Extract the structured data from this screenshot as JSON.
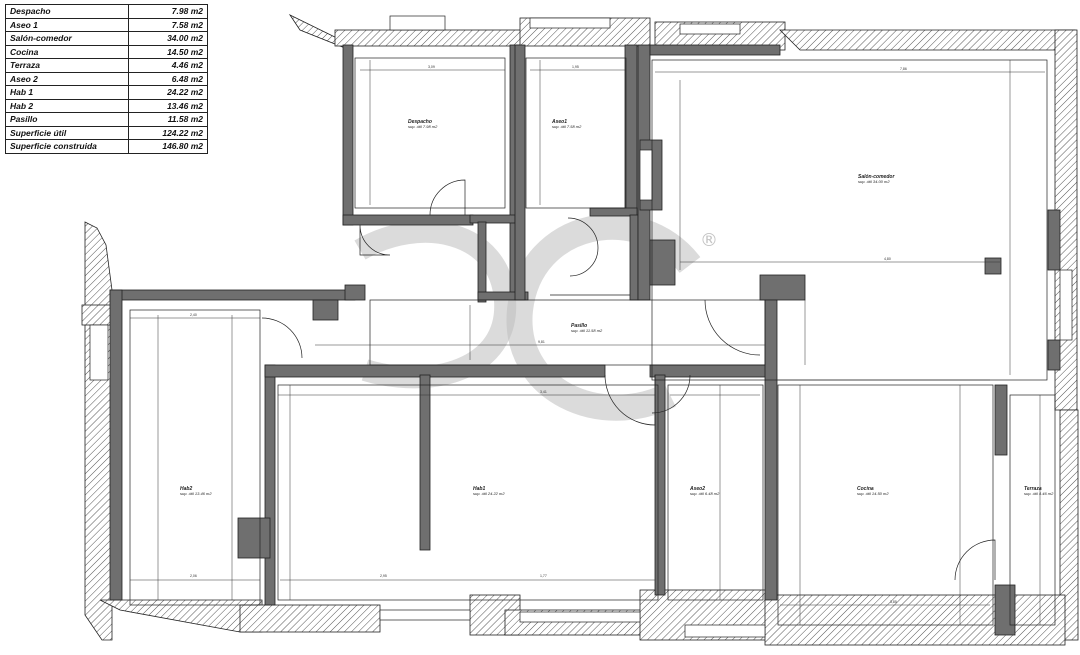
{
  "area_table": [
    {
      "name": "Despacho",
      "value": "7.98 m2"
    },
    {
      "name": "Aseo 1",
      "value": "7.58 m2"
    },
    {
      "name": "Salón-comedor",
      "value": "34.00 m2"
    },
    {
      "name": "Cocina",
      "value": "14.50 m2"
    },
    {
      "name": "Terraza",
      "value": "4.46 m2"
    },
    {
      "name": "Aseo 2",
      "value": "6.48 m2"
    },
    {
      "name": "Hab 1",
      "value": "24.22 m2"
    },
    {
      "name": "Hab 2",
      "value": "13.46 m2"
    },
    {
      "name": "Pasillo",
      "value": "11.58 m2"
    },
    {
      "name": "Superficie útil",
      "value": "124.22 m2"
    },
    {
      "name": "Superficie construida",
      "value": "146.80 m2"
    }
  ],
  "rooms": {
    "despacho": {
      "name": "Despacho",
      "sub": "sup. útil   7.98 m2"
    },
    "aseo1": {
      "name": "Aseo1",
      "sub": "sup. útil   7.58 m2"
    },
    "salon": {
      "name": "Salón-comedor",
      "sub": "sup. útil   34.00 m2"
    },
    "pasillo": {
      "name": "Pasillo",
      "sub": "sup. útil   11.58 m2"
    },
    "hab2": {
      "name": "Hab2",
      "sub": "sup. útil   13.46 m2"
    },
    "hab1": {
      "name": "Hab1",
      "sub": "sup. útil   24.22 m2"
    },
    "aseo2": {
      "name": "Aseo2",
      "sub": "sup. útil   6.48 m2"
    },
    "cocina": {
      "name": "Cocina",
      "sub": "sup. útil   14.50 m2"
    },
    "terraza": {
      "name": "Terraza",
      "sub": "sup. útil   4.46 m2"
    }
  },
  "watermark": {
    "registered_mark": "®"
  }
}
